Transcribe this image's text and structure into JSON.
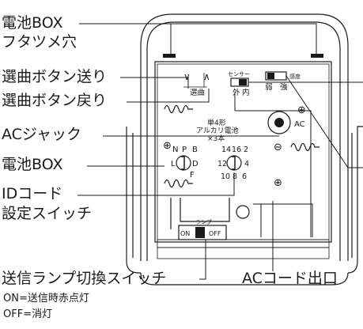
{
  "callouts": {
    "battery_box_hole": [
      "電池BOX",
      "フタツメ穴"
    ],
    "select_forward": "選曲ボタン送り",
    "select_back": "選曲ボタン戻り",
    "ac_jack": "ACジャック",
    "battery_box": "電池BOX",
    "id_code_switch": [
      "IDコード",
      "設定スイッチ"
    ],
    "send_lamp_switch": "送信ランプ切換スイッチ",
    "send_lamp_notes": [
      "ON=送信時赤点灯",
      "OFF=消灯"
    ],
    "ac_cord_exit": "ACコード出口"
  },
  "device": {
    "select_label": "選曲",
    "select_marks": [
      "∨",
      "∧"
    ],
    "sensor_label": "センサー",
    "sensor_options": [
      "外",
      "内"
    ],
    "sensitivity_label": "感度",
    "sensitivity_options": [
      "弱",
      "強"
    ],
    "battery_spec": [
      "単4形",
      "アルカリ電池",
      "×3本"
    ],
    "ac_label": "AC",
    "plus_mark": "⊕",
    "minus_mark": "⊖",
    "dial_left_letters": [
      "N",
      "P",
      "B",
      "L",
      "D",
      "F"
    ],
    "dial_right_numbers": [
      "14",
      "16",
      "2",
      "12",
      "4",
      "10",
      "8",
      "6"
    ],
    "lamp_label": "ランプ",
    "lamp_on": "ON",
    "lamp_off": "OFF"
  }
}
